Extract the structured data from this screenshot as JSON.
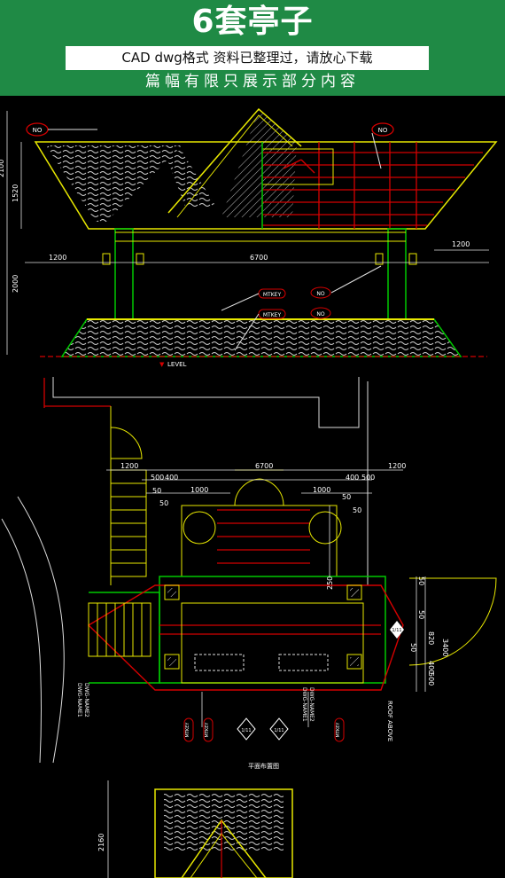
{
  "header": {
    "title": "6套亭子",
    "subtitle": "CAD  dwg格式 资料已整理过，请放心下载",
    "tagline": "篇幅有限只展示部分内容"
  },
  "elevation": {
    "tags": {
      "no": "NO",
      "mtkey": "MTKEY"
    },
    "dims": {
      "roof_height": "1520",
      "top_height": "2100",
      "col_height": "2000",
      "width": "6700",
      "left_overhang": "1200",
      "right_overhang": "1200"
    },
    "level_label": "LEVEL"
  },
  "plan": {
    "dims": {
      "overall": "6700",
      "left_ext": "1200",
      "right_ext": "1200",
      "d500": "500",
      "d400": "400",
      "d50": "50",
      "d1000": "1000",
      "d250": "250",
      "d3400": "3400",
      "d820": "820"
    },
    "labels": {
      "dwg_name1": "DWG-NAME1",
      "dwg_name2": "DWG-NAME2",
      "roof_above": "ROOF ABOVE",
      "caption": "平面布置图",
      "mtkey": "MTKEY",
      "sheet": "1/11"
    }
  },
  "lower": {
    "dims": {
      "d2160": "2160"
    }
  },
  "colors": {
    "header_green": "#1f8a45",
    "cad_yellow": "#e8e800",
    "cad_red": "#d40000",
    "cad_green": "#00c800",
    "cad_white": "#f0f0f0"
  }
}
